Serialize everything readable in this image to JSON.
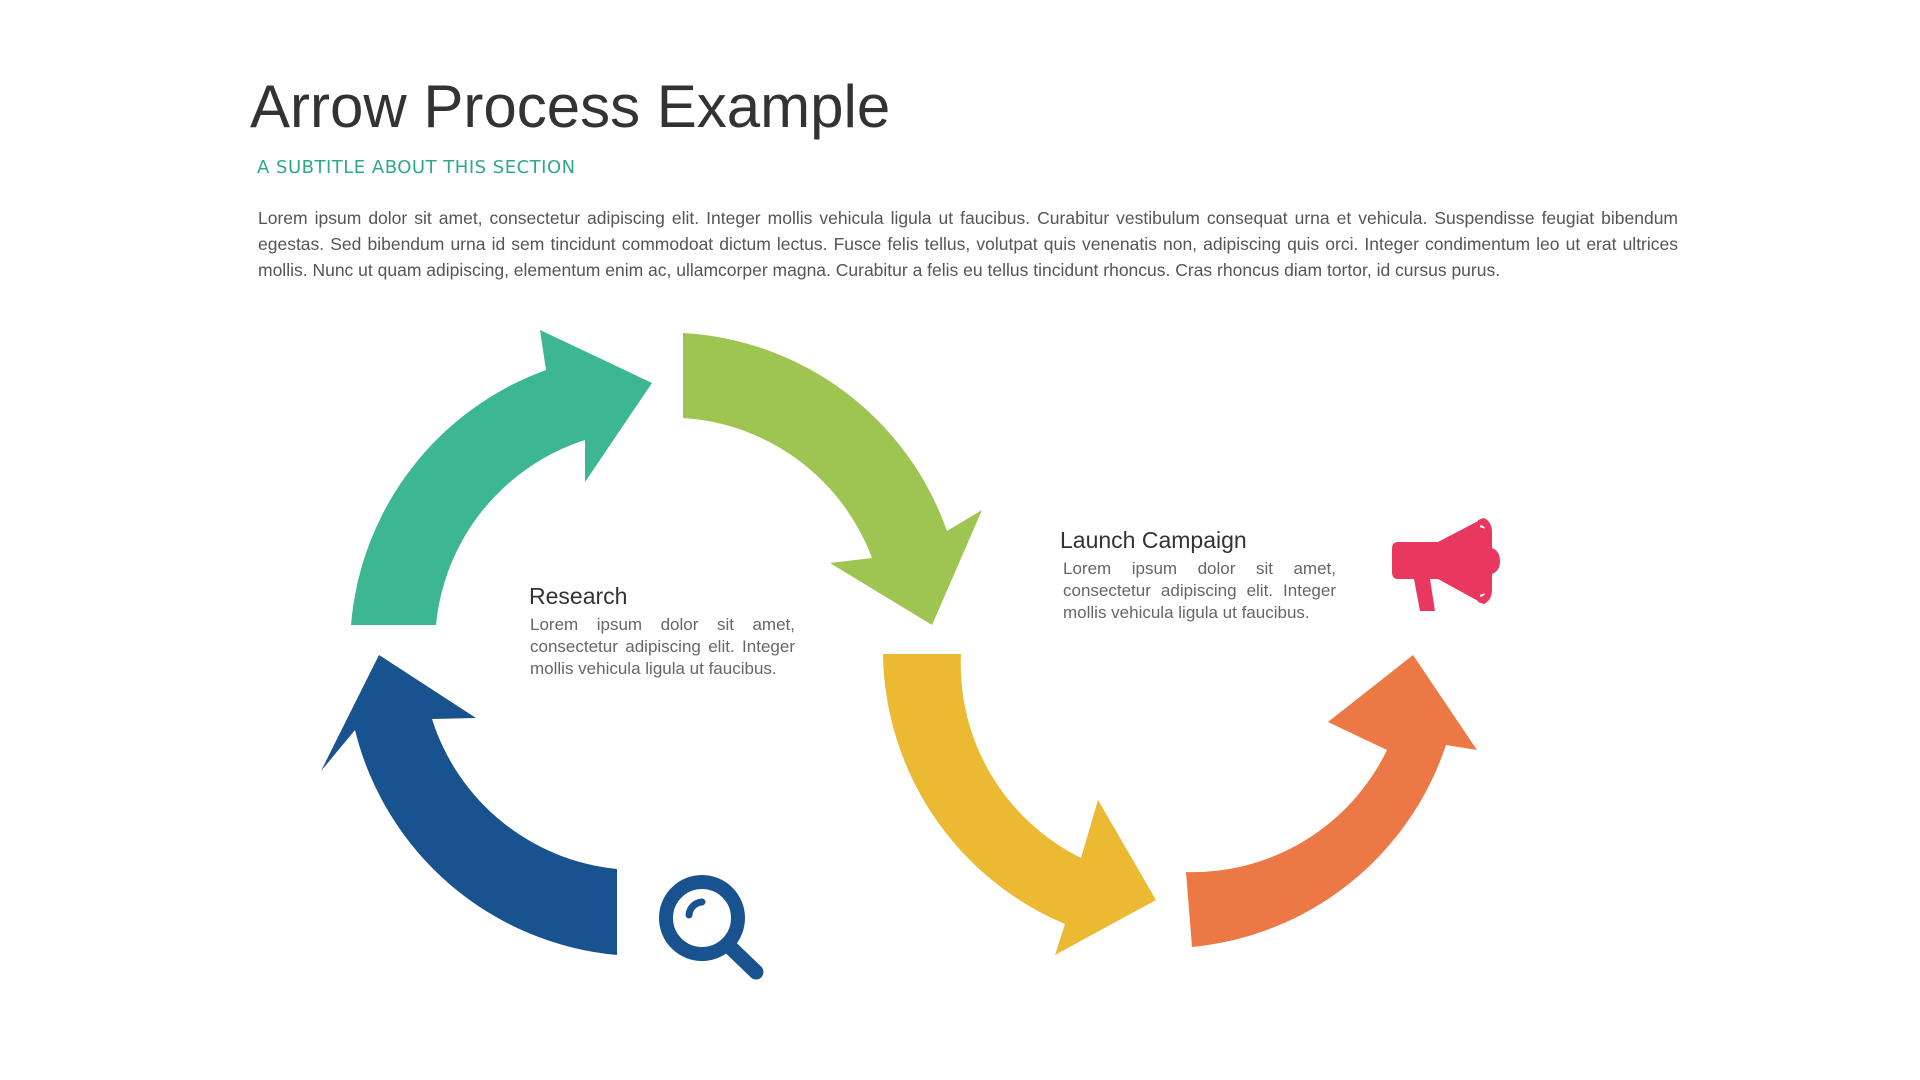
{
  "slide": {
    "title": "Arrow Process Example",
    "subtitle": "A SUBTITLE ABOUT THIS SECTION",
    "body": "Lorem ipsum dolor sit amet, consectetur adipiscing elit. Integer mollis vehicula ligula ut faucibus. Curabitur vestibulum consequat urna et vehicula. Suspendisse feugiat bibendum egestas. Sed bibendum urna id sem tincidunt commodoat dictum lectus. Fusce felis tellus, volutpat quis venenatis non, adipiscing quis orci. Integer condimentum leo ut erat ultrices mollis. Nunc ut quam adipiscing, elementum enim ac, ullamcorper magna. Curabitur a felis eu tellus tincidunt rhoncus. Cras rhoncus diam tortor, id cursus purus."
  },
  "steps": [
    {
      "heading": "Research",
      "text": "Lorem ipsum dolor sit amet, consectetur adipiscing elit. Integer mollis vehicula ligula ut faucibus.",
      "icon": "magnifier-icon"
    },
    {
      "heading": "Launch Campaign",
      "text": "Lorem ipsum dolor sit amet, consectetur adipiscing elit. Integer mollis vehicula ligula ut faucibus.",
      "icon": "megaphone-icon"
    }
  ],
  "colors": {
    "subtitle": "#2fa88a",
    "arrow_blue": "#18528f",
    "arrow_teal": "#3cb792",
    "arrow_green": "#9ec451",
    "arrow_yellow": "#ebb932",
    "arrow_orange": "#ec7845",
    "magnifier_icon": "#18528f",
    "megaphone_icon": "#e8385f"
  }
}
